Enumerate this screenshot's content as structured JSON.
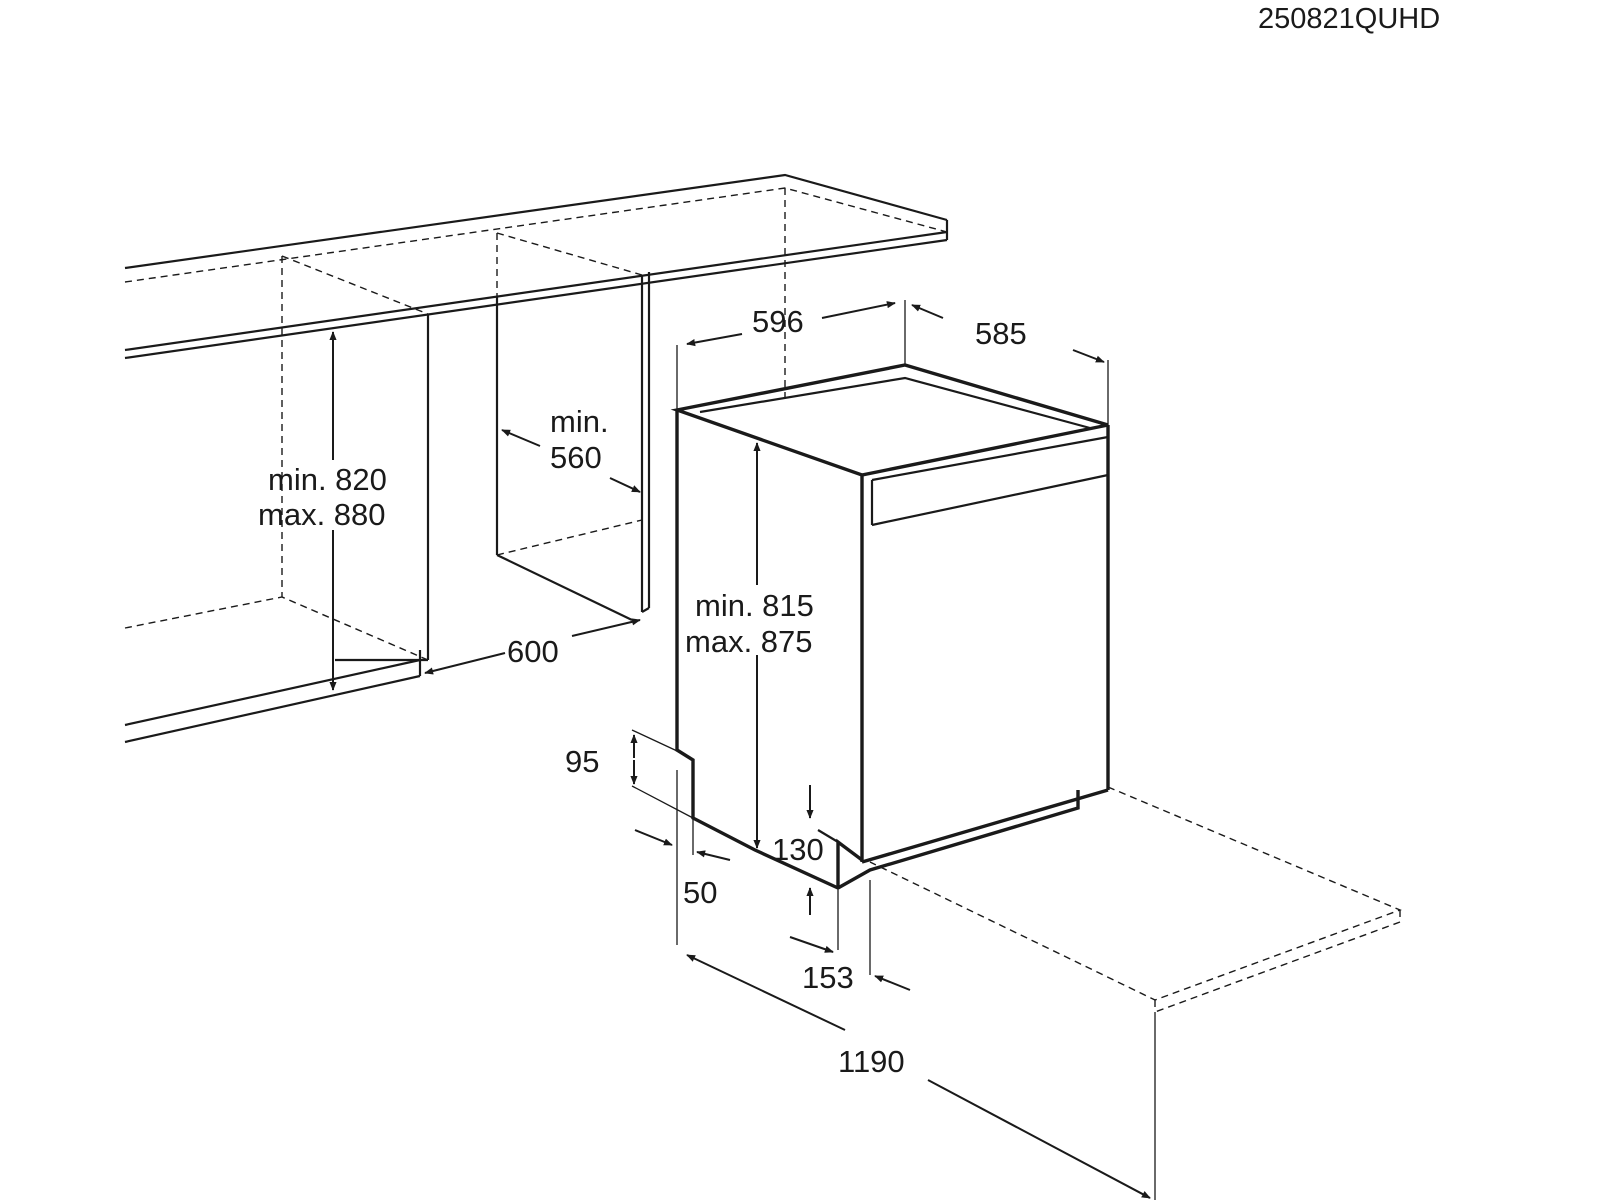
{
  "drawing_code": "250821QUHD",
  "dimensions": {
    "appliance_width": "596",
    "appliance_depth": "585",
    "niche_width_min": "min.",
    "niche_width_value": "560",
    "niche_height_min": "min. 820",
    "niche_height_max": "max. 880",
    "niche_depth": "600",
    "appliance_height_min": "min. 815",
    "appliance_height_max": "max. 875",
    "plinth_height": "95",
    "plinth_setback": "50",
    "foot_height": "130",
    "door_offset": "153",
    "door_swing_clearance": "1190"
  }
}
